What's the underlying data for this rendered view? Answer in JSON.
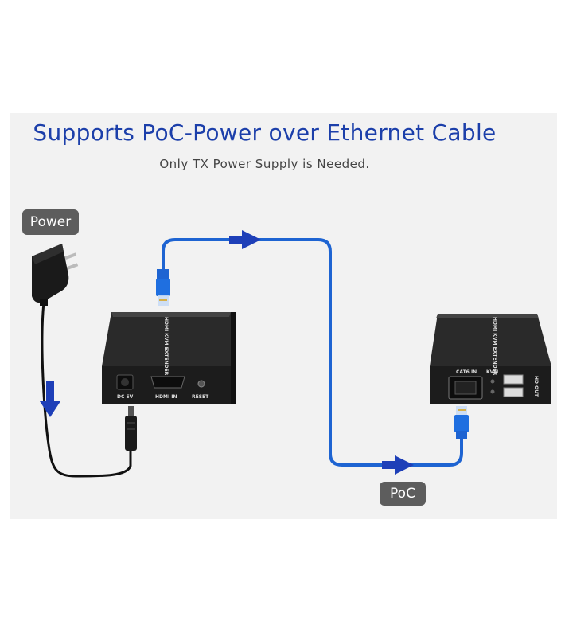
{
  "title": "Supports PoC-Power over Ethernet Cable",
  "subtitle": "Only TX Power Supply is Needed.",
  "labels": {
    "power": "Power",
    "poc": "PoC"
  },
  "transmitter": {
    "port_dc": "DC 5V",
    "port_hdmi": "HDMI IN",
    "port_reset": "RESET",
    "top_text": "HDMI KVM EXTENDER"
  },
  "receiver": {
    "port_cat6": "CAT6 IN",
    "port_kvm": "KVM",
    "side_text": "HD OUT",
    "top_text": "HDMI KVM EXTENDER"
  },
  "colors": {
    "cable_blue": "#1e64d2",
    "arrow_blue": "#1e3fb8",
    "device_body": "#303030",
    "title_blue": "#1c3faa"
  },
  "icons": [
    "power-adapter-icon",
    "dc-plug-icon",
    "rj45-plug-icon",
    "arrow-right-icon",
    "arrow-down-icon"
  ]
}
